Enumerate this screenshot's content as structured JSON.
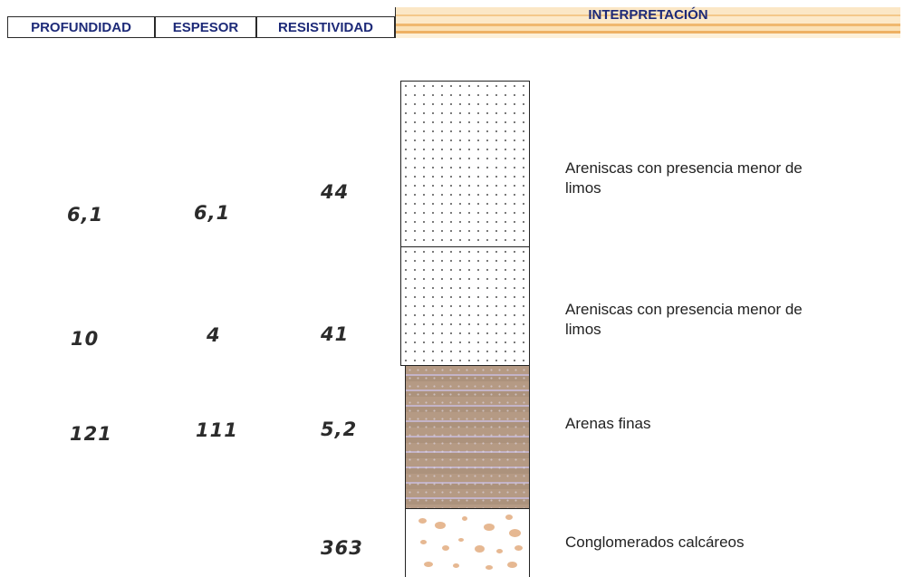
{
  "header": {
    "profundidad": "PROFUNDIDAD",
    "espesor": "ESPESOR",
    "resistividad": "RESISTIVIDAD",
    "interpretacion": "INTERPRETACIÓN"
  },
  "rows": [
    {
      "profundidad": "6,1",
      "espesor": "6,1",
      "resistividad": "44",
      "interp_line1": "Areniscas con presencia menor de",
      "interp_line2": "limos"
    },
    {
      "profundidad": "10",
      "espesor": "4",
      "resistividad": "41",
      "interp_line1": "Areniscas con presencia menor de",
      "interp_line2": "limos"
    },
    {
      "profundidad": "121",
      "espesor": "111",
      "resistividad": "5,2",
      "interp_line1": "Arenas finas",
      "interp_line2": ""
    },
    {
      "profundidad": "",
      "espesor": "",
      "resistividad": "363",
      "interp_line1": "Conglomerados calcáreos",
      "interp_line2": ""
    }
  ],
  "colors": {
    "header_text": "#1d2a78",
    "fine_sand": "#b39882",
    "pebble": "#e6b892"
  }
}
